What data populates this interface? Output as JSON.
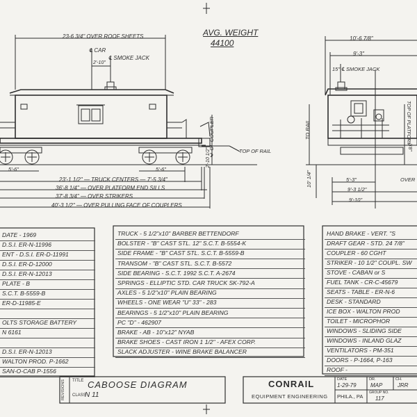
{
  "header": {
    "avg_weight_label": "AVG. WEIGHT",
    "avg_weight_value": "44100"
  },
  "side_view": {
    "over_roof_sheets": "23-6 3/4\" OVER ROOF SHEETS",
    "car_label": "℄ CAR",
    "smoke_jack_label": "℄ SMOKE JACK",
    "smoke_jack_offset": "2'-10\"",
    "coupler_label": "℄ OF COUPLER",
    "coupler_height": "2'-10 1/2\"",
    "top_of_rail": "TOP OF RAIL",
    "truck_spacing_left": "5'-6\"",
    "truck_spacing_right": "5'-6\"",
    "truck_centers": "23'-1 1/2\" — TRUCK CENTERS — 7'-5 3/4\"",
    "platform_end_sills": "36'-8 1/4\" — OVER PLATFORM END SILLS",
    "strikers": "37'-8 3/4\" — OVER STRIKERS",
    "pulling_face": "40'-3 1/2\" — OVER PULLING FACE OF COUPLERS"
  },
  "end_view": {
    "width_top": "10'-6 7/8\"",
    "width_second": "9'-3\"",
    "smoke_jack": "15\" ℄ SMOKE JACK",
    "to_rail": "TO RAIL",
    "top_of_platform": "TOP OF PLATFORM",
    "height_left": "10' 1/4\"",
    "height_right": "3'8\"",
    "dim_a": "5'-3\"",
    "dim_b": "9'-3 1/2\"",
    "dim_c": "9'-10\"",
    "over": "OVER"
  },
  "left_table": [
    "DATE - 1969",
    "D.S.I. ER-N-11996",
    "ENT - D.S.I. ER-D-11991",
    "D.S.I. ER-D-12000",
    "D.S.I. ER-N-12013",
    "PLATE - B",
    "S.C.T. B-5559-B",
    "ER-D-11985-E",
    "",
    "OLTS STORAGE BATTERY",
    "N 6161",
    "",
    "D.S.I. ER-N-12013",
    "WALTON PROD. P-1662",
    "SAN-O-CAB   P-1556"
  ],
  "middle_table": [
    "TRUCK - 5 1/2\"x10\" BARBER BETTENDORF",
    "BOLSTER - \"B\" CAST STL. 12\"    S.C.T. B-5554-K",
    "SIDE FRAME - \"B\" CAST STL.    S.C.T. B-5559-B",
    "TRANSOM - \"B\" CAST STL.    S.C.T. B-5572",
    "SIDE BEARING - S.C.T. 1992    S.C.T. A-2674",
    "SPRINGS - ELLIPTIC      STD. CAR TRUCK SK-792-A",
    "AXLES - 5 1/2\"x10\" PLAIN BEARING",
    "WHEELS - ONE WEAR \"U\" 33\" - 283",
    "BEARINGS - 5 1/2\"x10\" PLAIN BEARING",
    "            PC \"D\" - 462907",
    "BRAKE - AB - 10\"x12\"         NYAB",
    "BRAKE SHOES - CAST IRON 1 1/2\" - AFEX CORP.",
    "SLACK ADJUSTER - WINE BRAKE BALANCER"
  ],
  "right_table": [
    "HAND BRAKE - VERT. \"S",
    "DRAFT GEAR - STD. 24 7/8\"",
    "COUPLER - 60 CGHT",
    "STRIKER - 10 1/2\" COUPL. SW",
    "STOVE - CABAN  or  S",
    "FUEL TANK - CR-C-45679",
    "SEATS - TABLE - ER-N-6",
    "       DESK - STANDARD",
    "ICE BOX - WALTON PROD",
    "TOILET - MICROPHOR",
    "WINDOWS - SLIDING SIDE",
    "WINDOWS - INLAND GLAZ",
    "VENTILATORS - PM-351",
    "DOORS - P-1664, P-163",
    "ROOF -"
  ],
  "title_block": {
    "revisions": "REVISIONS",
    "title_label": "TITLE",
    "title": "CABOOSE DIAGRAM",
    "class_label": "CLASS",
    "class_value": "N 11",
    "company": "CONRAIL",
    "department": "EQUIPMENT ENGINEERING",
    "date_label": "DATE",
    "date": "1-29-79",
    "dr_label": "DR.",
    "dr": "MAP",
    "ch_label": "CH.",
    "ch": "JRR",
    "location": "PHILA., PA",
    "group_label": "GROUP NO.",
    "group_no": "117"
  }
}
